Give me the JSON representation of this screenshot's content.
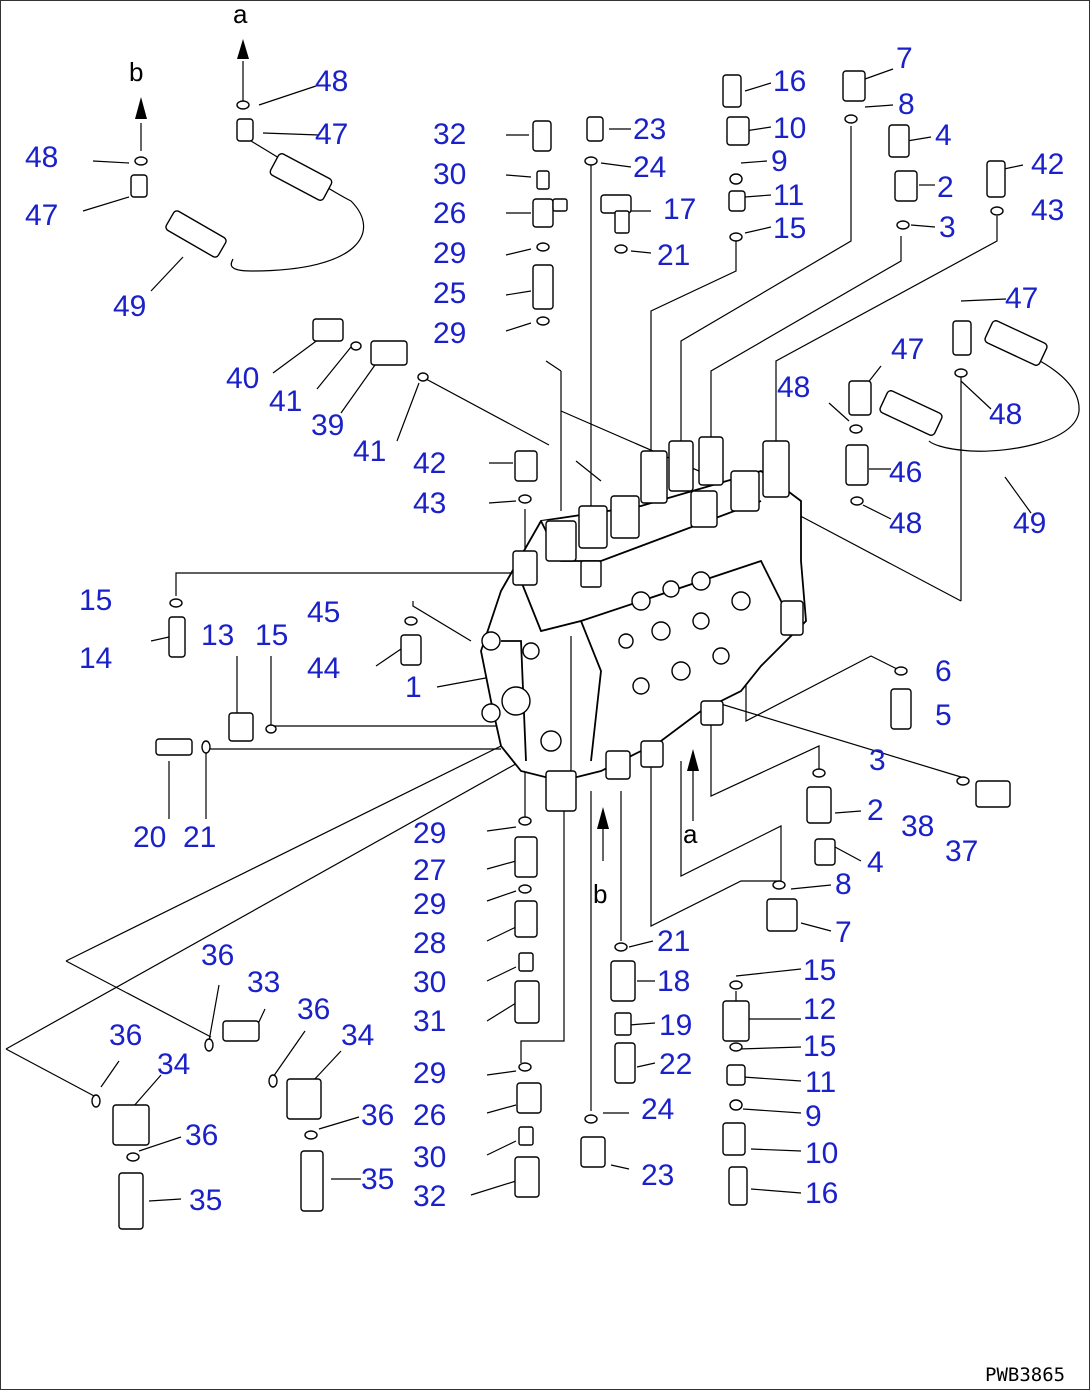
{
  "diagram": {
    "drawing_code": "PWB3865",
    "references": {
      "a": "a",
      "b": "b"
    },
    "callouts": [
      {
        "label": "48"
      },
      {
        "label": "47"
      },
      {
        "label": "48"
      },
      {
        "label": "47"
      },
      {
        "label": "49"
      },
      {
        "label": "32"
      },
      {
        "label": "30"
      },
      {
        "label": "26"
      },
      {
        "label": "29"
      },
      {
        "label": "25"
      },
      {
        "label": "29"
      },
      {
        "label": "23"
      },
      {
        "label": "24"
      },
      {
        "label": "17"
      },
      {
        "label": "21"
      },
      {
        "label": "16"
      },
      {
        "label": "10"
      },
      {
        "label": "9"
      },
      {
        "label": "11"
      },
      {
        "label": "15"
      },
      {
        "label": "7"
      },
      {
        "label": "8"
      },
      {
        "label": "4"
      },
      {
        "label": "2"
      },
      {
        "label": "3"
      },
      {
        "label": "42"
      },
      {
        "label": "43"
      },
      {
        "label": "40"
      },
      {
        "label": "41"
      },
      {
        "label": "39"
      },
      {
        "label": "41"
      },
      {
        "label": "42"
      },
      {
        "label": "43"
      },
      {
        "label": "47"
      },
      {
        "label": "47"
      },
      {
        "label": "48"
      },
      {
        "label": "48"
      },
      {
        "label": "46"
      },
      {
        "label": "48"
      },
      {
        "label": "49"
      },
      {
        "label": "15"
      },
      {
        "label": "14"
      },
      {
        "label": "13"
      },
      {
        "label": "15"
      },
      {
        "label": "45"
      },
      {
        "label": "44"
      },
      {
        "label": "1"
      },
      {
        "label": "6"
      },
      {
        "label": "5"
      },
      {
        "label": "20"
      },
      {
        "label": "21"
      },
      {
        "label": "3"
      },
      {
        "label": "2"
      },
      {
        "label": "38"
      },
      {
        "label": "37"
      },
      {
        "label": "4"
      },
      {
        "label": "8"
      },
      {
        "label": "7"
      },
      {
        "label": "29"
      },
      {
        "label": "27"
      },
      {
        "label": "29"
      },
      {
        "label": "28"
      },
      {
        "label": "30"
      },
      {
        "label": "31"
      },
      {
        "label": "29"
      },
      {
        "label": "26"
      },
      {
        "label": "30"
      },
      {
        "label": "32"
      },
      {
        "label": "21"
      },
      {
        "label": "18"
      },
      {
        "label": "19"
      },
      {
        "label": "22"
      },
      {
        "label": "24"
      },
      {
        "label": "23"
      },
      {
        "label": "15"
      },
      {
        "label": "12"
      },
      {
        "label": "15"
      },
      {
        "label": "11"
      },
      {
        "label": "9"
      },
      {
        "label": "10"
      },
      {
        "label": "16"
      },
      {
        "label": "36"
      },
      {
        "label": "33"
      },
      {
        "label": "36"
      },
      {
        "label": "34"
      },
      {
        "label": "36"
      },
      {
        "label": "34"
      },
      {
        "label": "36"
      },
      {
        "label": "35"
      },
      {
        "label": "36"
      },
      {
        "label": "35"
      }
    ]
  }
}
